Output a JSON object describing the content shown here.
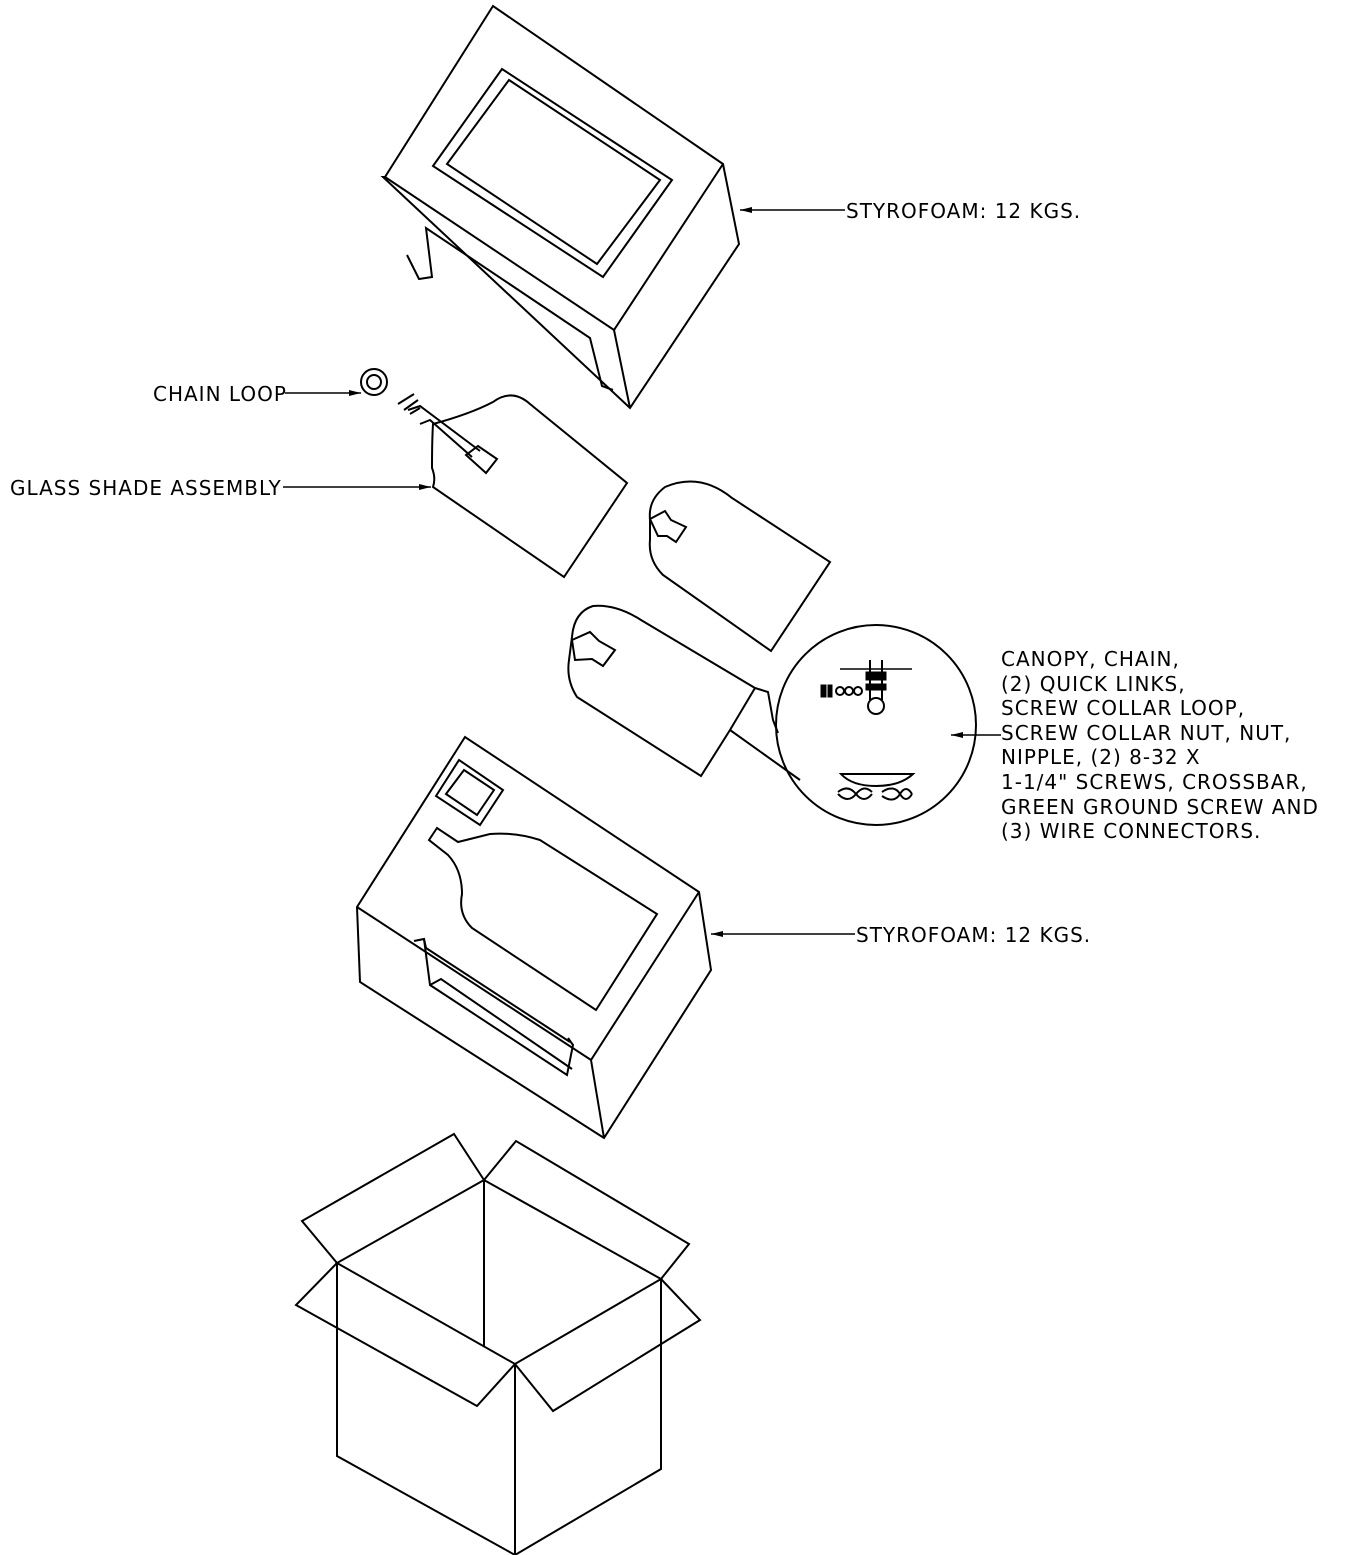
{
  "labels": {
    "styrofoam_top": "STYROFOAM: 12 KGS.",
    "chain_loop": "CHAIN LOOP",
    "glass_shade_assembly": "GLASS SHADE ASSEMBLY",
    "styrofoam_bottom": "STYROFOAM: 12 KGS."
  },
  "parts_list": [
    "CANOPY, CHAIN,",
    "(2) QUICK LINKS,",
    "SCREW COLLAR LOOP,",
    "SCREW COLLAR NUT, NUT,",
    "NIPPLE, (2) 8-32 X",
    "1-1/4\" SCREWS, CROSSBAR,",
    "GREEN GROUND SCREW AND",
    "(3) WIRE CONNECTORS."
  ],
  "colors": {
    "line": "#000000",
    "background": "#ffffff"
  }
}
